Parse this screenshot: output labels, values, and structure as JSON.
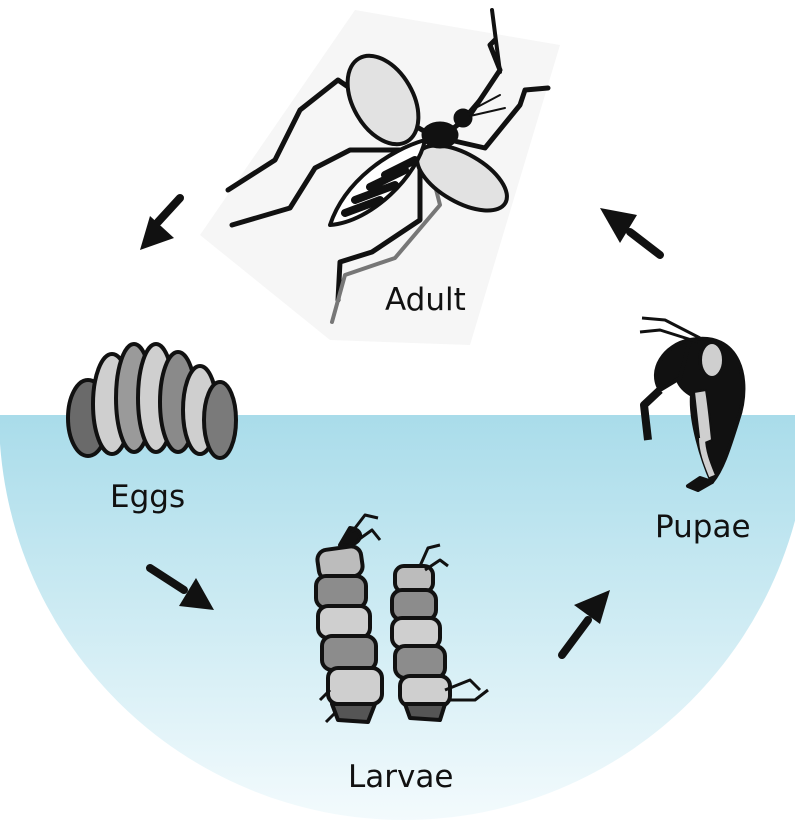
{
  "stages": {
    "adult": "Adult",
    "eggs": "Eggs",
    "larvae": "Larvae",
    "pupae": "Pupae"
  },
  "icons": [
    "adult-mosquito-icon",
    "eggs-icon",
    "larvae-icon",
    "pupa-icon",
    "arrow-icon"
  ],
  "colors": {
    "water_top": "#a9dcea",
    "water_bottom": "#f4fbfd",
    "ink": "#111111",
    "mid_gray": "#888888",
    "light_gray": "#d0d0d0"
  }
}
